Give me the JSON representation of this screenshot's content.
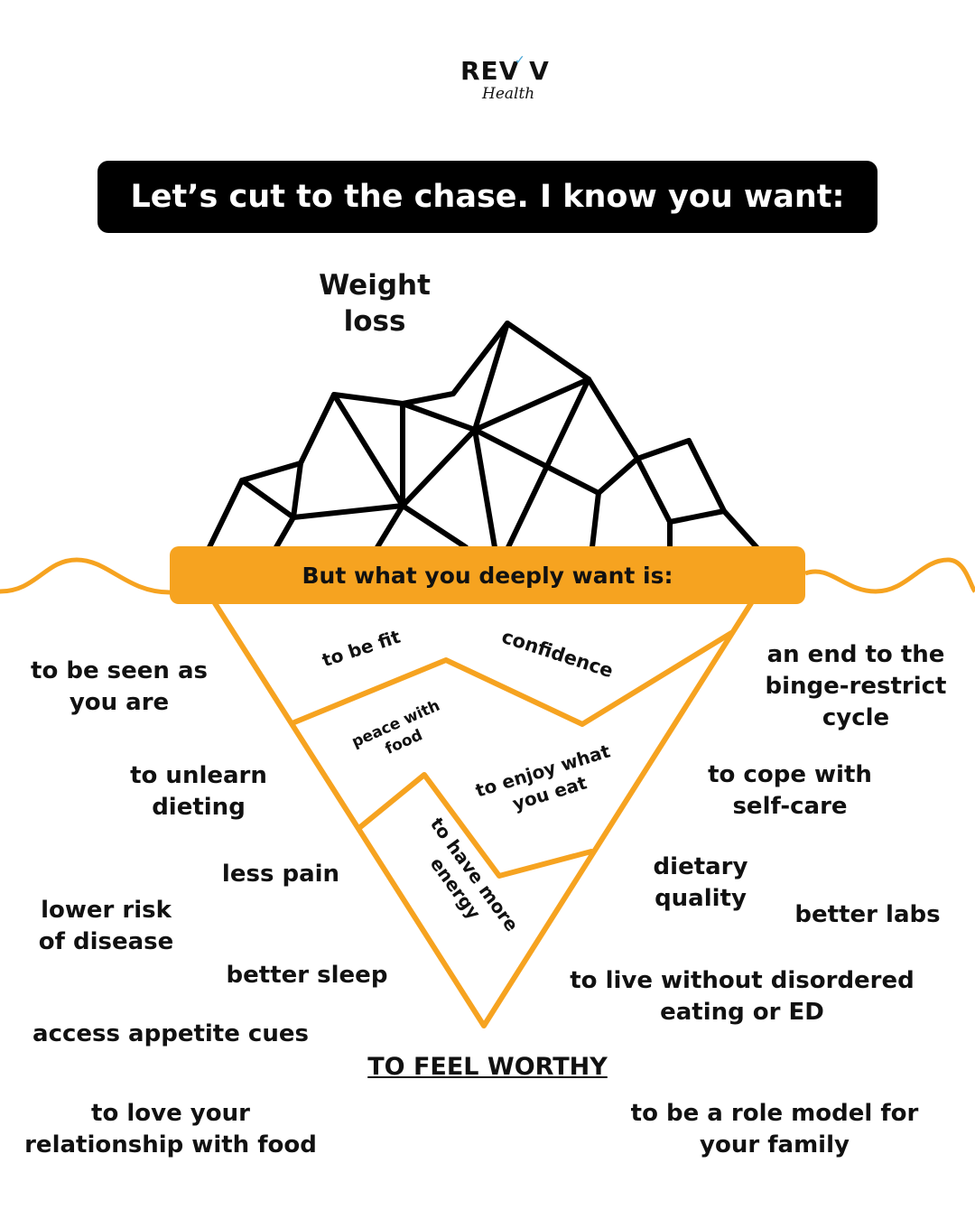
{
  "logo": {
    "brand": "REV V",
    "sub": "Health"
  },
  "header": {
    "title": "Let’s cut to the chase. I know you want:"
  },
  "tip": {
    "label_line1": "Weight",
    "label_line2": "loss"
  },
  "banner": {
    "text": "But what you deeply want is:"
  },
  "inside": {
    "to_be_fit": "to be fit",
    "confidence": "confidence",
    "peace_line1": "peace with",
    "peace_line2": "food",
    "enjoy_line1": "to enjoy what",
    "enjoy_line2": "you eat",
    "energy_line1": "to have more",
    "energy_line2": "energy"
  },
  "left": {
    "seen_line1": "to be seen as",
    "seen_line2": "you are",
    "unlearn_line1": "to unlearn",
    "unlearn_line2": "dieting",
    "less_pain": "less pain",
    "risk_line1": "lower risk",
    "risk_line2": "of disease",
    "better_sleep": "better sleep",
    "appetite": "access appetite cues",
    "love_line1": "to love your",
    "love_line2": "relationship with food"
  },
  "right": {
    "binge_line1": "an end to the",
    "binge_line2": "binge-restrict",
    "binge_line3": "cycle",
    "cope_line1": "to cope with",
    "cope_line2": "self-care",
    "dietary_line1": "dietary",
    "dietary_line2": "quality",
    "labs": "better labs",
    "live_line1": "to live without disordered",
    "live_line2": "eating or ED",
    "role_line1": "to be a role model for",
    "role_line2": "your family"
  },
  "bottom": {
    "worthy": "TO FEEL WORTHY"
  },
  "colors": {
    "accent": "#f6a320",
    "dark": "#000000",
    "background": "#ffffff"
  }
}
